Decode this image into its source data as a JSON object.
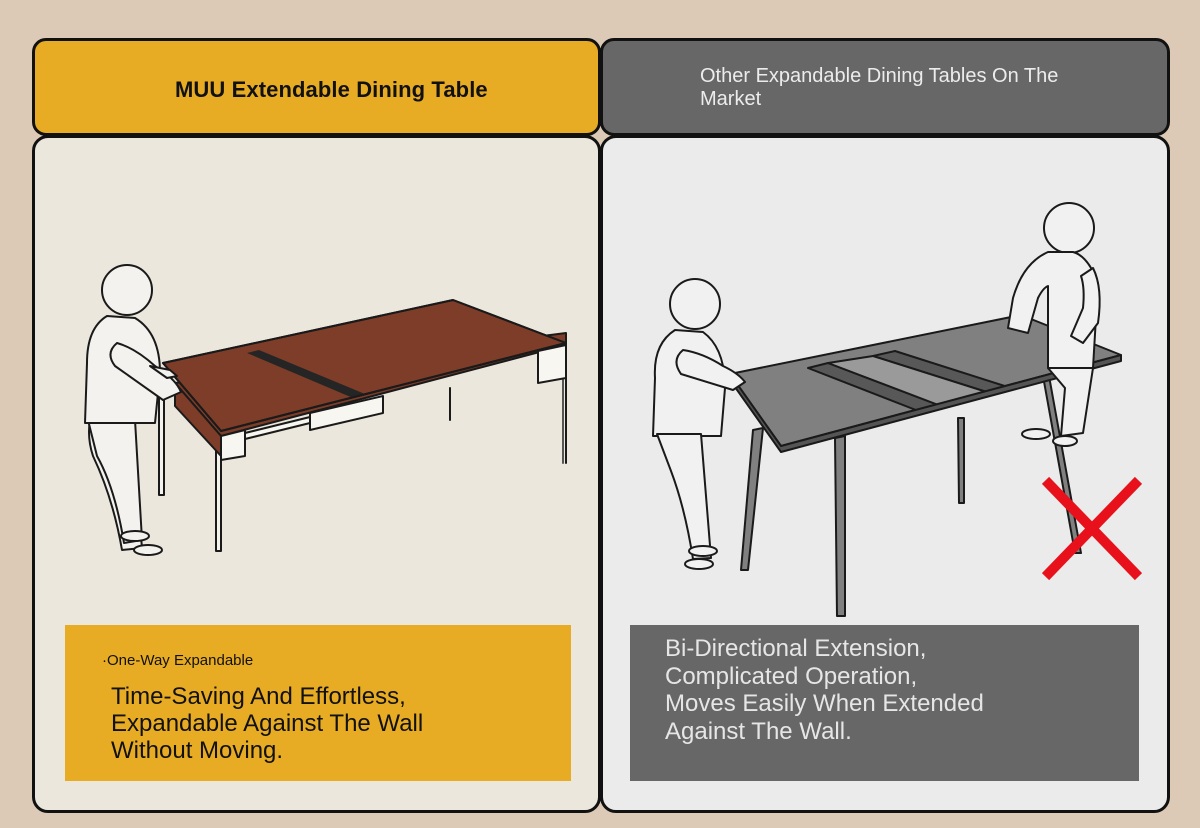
{
  "left_column": {
    "header_title": "MUU Extendable Dining Table",
    "tag": "·One-Way Expandable",
    "caption": "Time-Saving And Effortless, Expandable Against The Wall Without Moving."
  },
  "right_column": {
    "header_title": "Other Expandable Dining Tables On The Market",
    "caption": "Bi-Directional Extension, Complicated Operation, Moves Easily When Extended Against The Wall."
  },
  "colors": {
    "background": "#dcc9b6",
    "accent_yellow": "#e8ac24",
    "dark_grey": "#676767",
    "wood": "#7e3d29",
    "cross_red": "#e8111b"
  },
  "icons": {
    "wrong_mark": "red-x-icon"
  }
}
